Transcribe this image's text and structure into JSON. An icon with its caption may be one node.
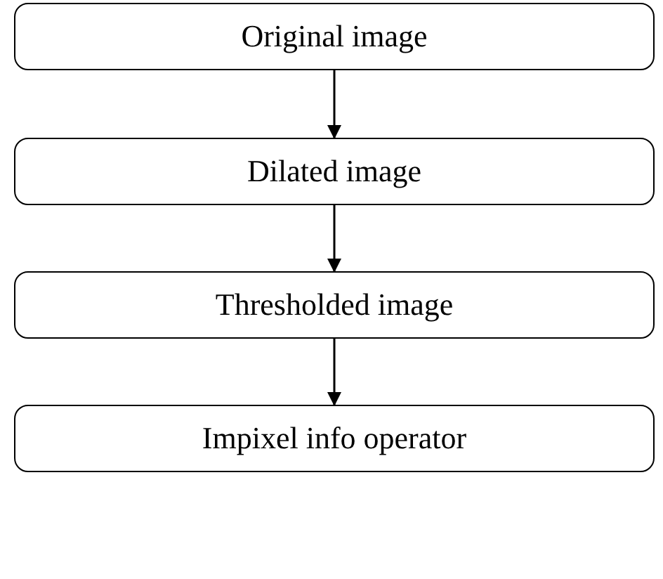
{
  "diagram": {
    "nodes": [
      {
        "text": [
          "Original image"
        ]
      },
      {
        "text": [
          "Dilated image"
        ]
      },
      {
        "text": [
          "Thresholded image"
        ]
      },
      {
        "text": [
          "Impixel info operator"
        ]
      }
    ],
    "edges": [
      {
        "from": 0,
        "to": 1,
        "arrow": "to"
      },
      {
        "from": 1,
        "to": 2,
        "arrow": "to"
      },
      {
        "from": 2,
        "to": 3,
        "arrow": "to"
      }
    ]
  }
}
